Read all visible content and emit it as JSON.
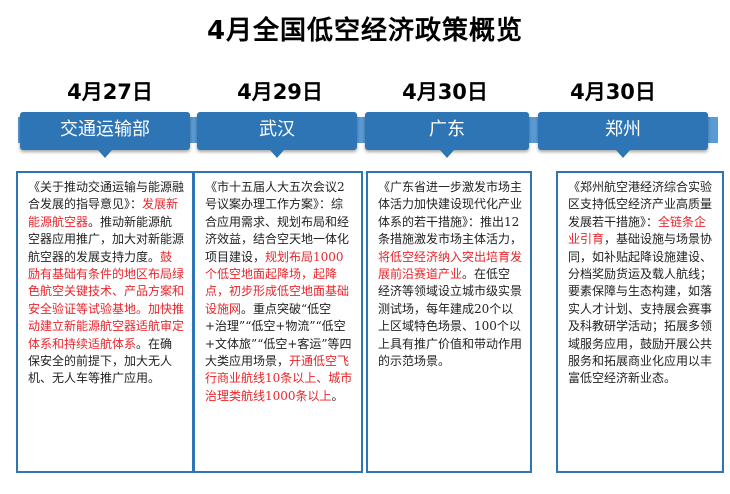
{
  "title": "4月全国低空经济政策概览",
  "columns": [
    {
      "date": "4月27日",
      "org": "交通运输部",
      "segments": [
        {
          "t": "《关于推动交通运输与能源融合发展的指导意见》：",
          "red": false
        },
        {
          "t": "发展新能源航空器",
          "red": true
        },
        {
          "t": "。推动新能源航空器应用推广，加大对新能源航空器的发展支持力度。",
          "red": false
        },
        {
          "t": "鼓励有基础有条件的地区布局绿色航空关键技术、产品方案和安全验证等试验基地。加快推动建立新能源航空器适航审定体系和持续适航体系",
          "red": true
        },
        {
          "t": "。在确保安全的前提下，加大无人机、无人车等推广应用。",
          "red": false
        }
      ]
    },
    {
      "date": "4月29日",
      "org": "武汉",
      "segments": [
        {
          "t": "《市十五届人大五次会议2号议案办理工作方案》：综合应用需求、规划布局和经济效益，结合空天地一体化项目建设，",
          "red": false
        },
        {
          "t": "规划布局1000个低空地面起降场，起降点，初步形成低空地面基础设施网",
          "red": true
        },
        {
          "t": "。重点突破“低空+治理”“低空+物流”“低空+文体旅”“低空+客运”等四大类应用场景，",
          "red": false
        },
        {
          "t": "开通低空飞行商业航线10条以上、城市治理类航线1000条以上",
          "red": true
        },
        {
          "t": "。",
          "red": false
        }
      ]
    },
    {
      "date": "4月30日",
      "org": "广东",
      "segments": [
        {
          "t": "《广东省进一步激发市场主体活力加快建设现代化产业体系的若干措施》：推出12条措施激发市场主体活力，",
          "red": false
        },
        {
          "t": "将低空经济纳入突出培育发展前沿赛道产业",
          "red": true
        },
        {
          "t": "。在低空经济等领域设立城市级实景测试场，每年建成20个以上区域特色场景、100个以上具有推广价值和带动作用的示范场景。",
          "red": false
        }
      ]
    },
    {
      "date": "4月30日",
      "org": "郑州",
      "segments": [
        {
          "t": "《郑州航空港经济综合实验区支持低空经济产业高质量发展若干措施》：",
          "red": false
        },
        {
          "t": "全链条企业引育",
          "red": true
        },
        {
          "t": "，基础设施与场景协同，如补贴起降设施建设、分档奖励货运及载人航线；要素保障与生态构建，如落实人才计划、支持展会赛事及科教研学活动；拓展多领域服务应用，鼓励开展公共服务和拓展商业化应用以丰富低空经济新业态。",
          "red": false
        }
      ]
    }
  ],
  "colors": {
    "band": "#5b9bd5",
    "tab": "#2e75b6",
    "highlight": "#e8262c",
    "border": "#2e75b6"
  }
}
